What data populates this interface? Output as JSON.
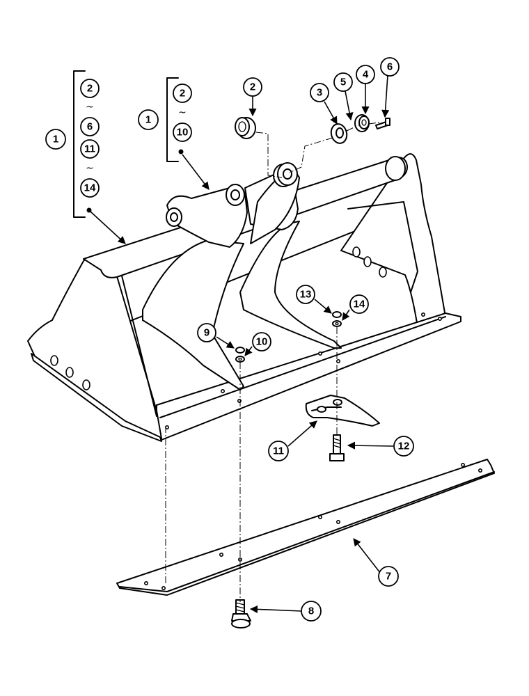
{
  "callouts": {
    "group_a": {
      "label": "1",
      "items": [
        "2",
        "6",
        "11",
        "14"
      ],
      "range_mark": "~"
    },
    "group_b": {
      "label": "1",
      "items": [
        "2",
        "10"
      ],
      "range_mark": "~"
    },
    "pin": "2",
    "washer": "3",
    "spacer": "5",
    "plate": "4",
    "bolt_top": "6",
    "cutting_edge": "7",
    "bolt_bottom": "8",
    "nut_left": "9",
    "washer_left": "10",
    "tooth": "11",
    "tooth_bolt": "12",
    "nut_right": "13",
    "washer_right": "14"
  }
}
